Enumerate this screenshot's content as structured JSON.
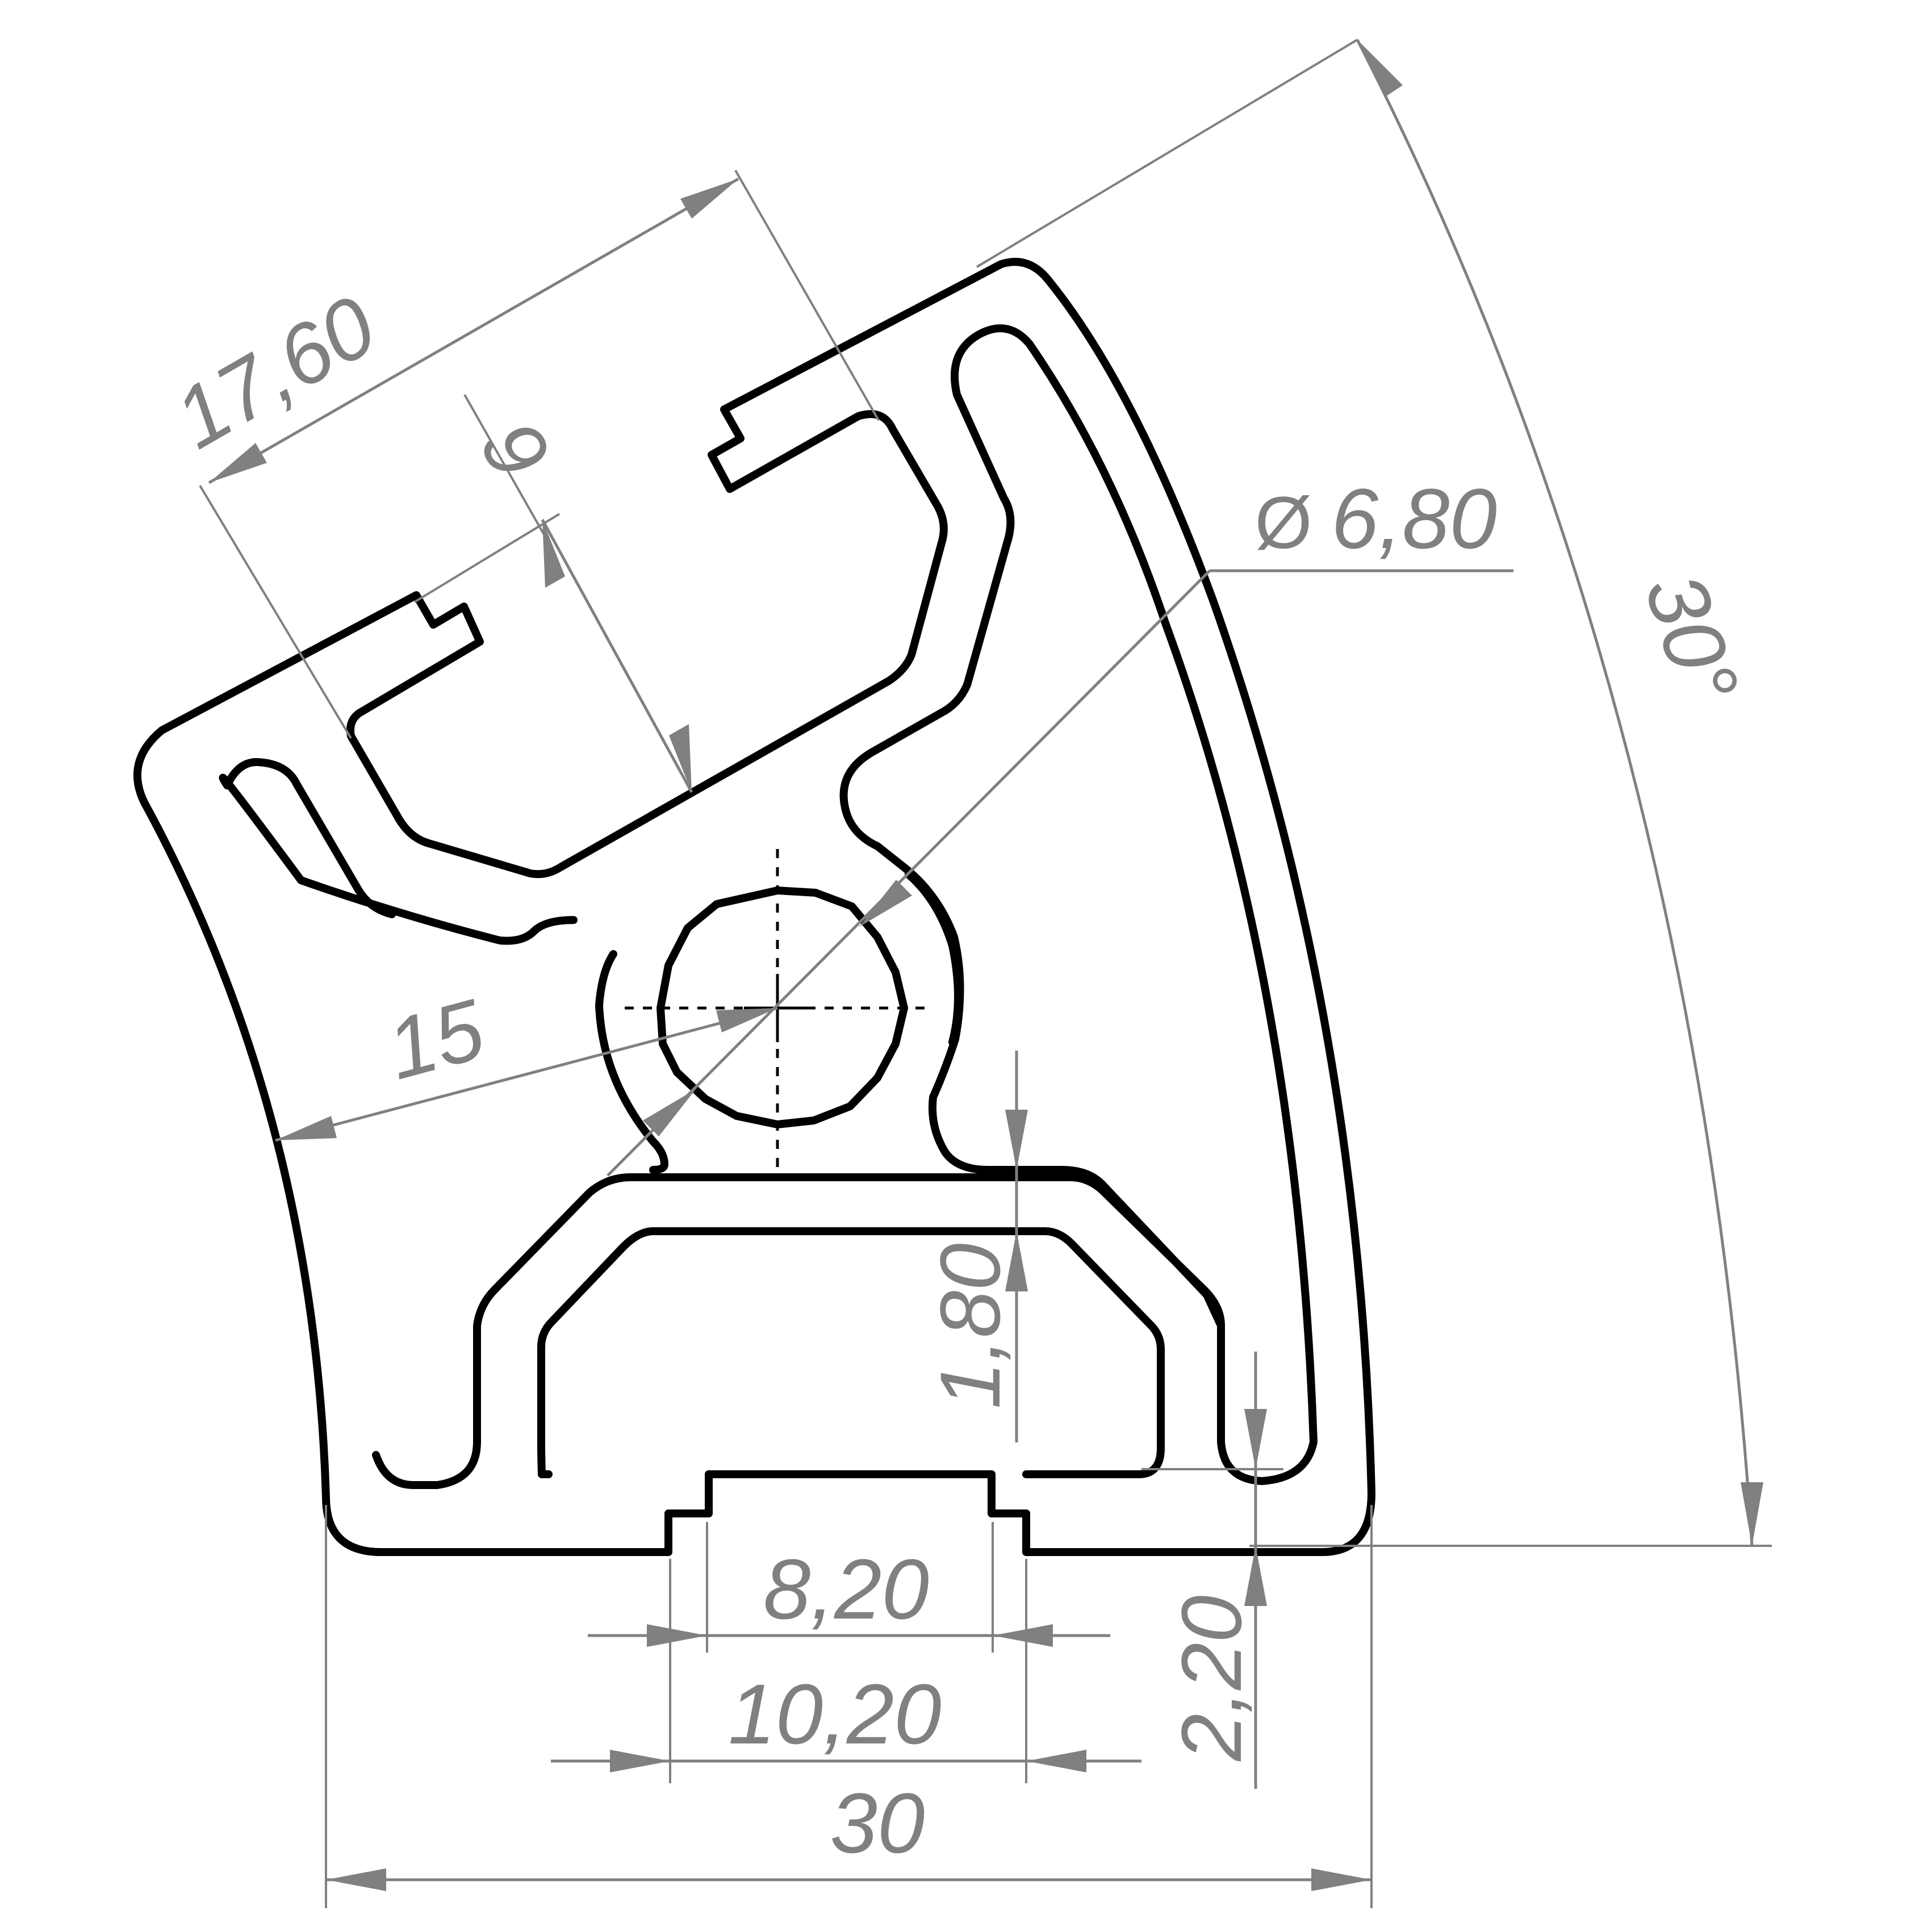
{
  "dimensions": {
    "overall_width": "30",
    "slot_opening_outer": "10,20",
    "slot_opening_inner": "8,20",
    "wall_thickness": "2,20",
    "web_thickness": "1,80",
    "center_bore_diameter": "6,80",
    "diameter_symbol": "Ø",
    "radius_to_outer_arc": "15",
    "angled_slot_width": "17,60",
    "angled_slot_depth": "6",
    "sweep_angle": "30°"
  },
  "colors": {
    "profile": "#000000",
    "dimension": "#808080",
    "background": "#ffffff"
  }
}
